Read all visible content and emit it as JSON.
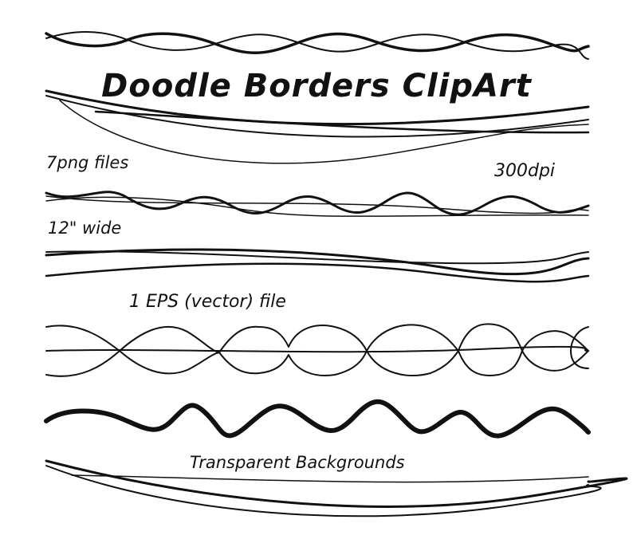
{
  "title": "Doodle Borders ClipArt",
  "labels": {
    "png_files": "7png files",
    "dpi": "300dpi",
    "width": "12\" wide",
    "eps": "1 EPS (vector) file",
    "backgrounds": "Transparent Backgrounds"
  },
  "colors": {
    "background": "#ffffff",
    "ink": "#111111"
  }
}
